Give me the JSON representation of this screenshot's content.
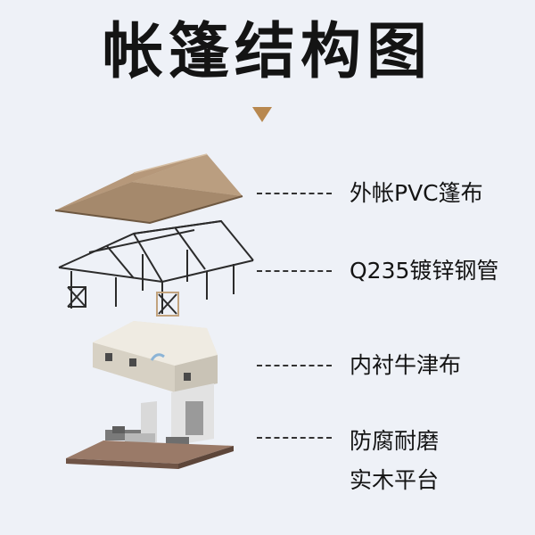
{
  "title": "帐篷结构图",
  "labels": [
    {
      "text": "外帐PVC篷布"
    },
    {
      "text": "Q235镀锌钢管"
    },
    {
      "text": "内衬牛津布"
    },
    {
      "line1": "防腐耐磨",
      "line2": "实木平台"
    }
  ],
  "colors": {
    "background": "#eef1f7",
    "arrow": "#b8884f",
    "outer_canvas": "#b89a7c",
    "steel": "#2b2b2b",
    "inner_tent": "#e8e3d8",
    "platform": "#9a7a68"
  }
}
